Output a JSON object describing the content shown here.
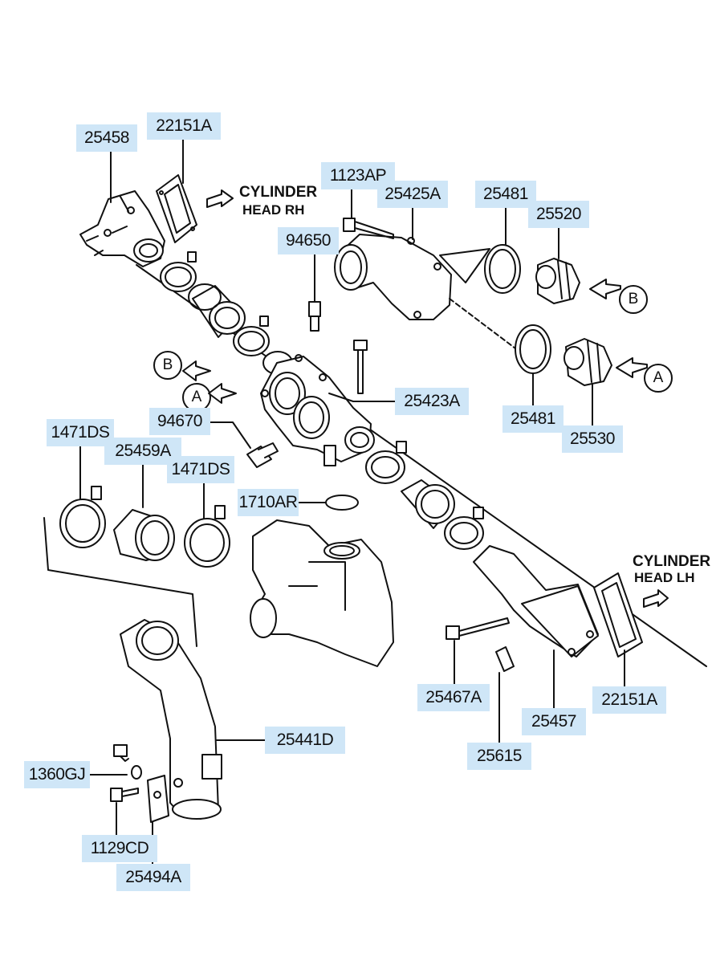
{
  "colors": {
    "label_bg": "#cfe6f7",
    "ink": "#111111"
  },
  "labels": {
    "p25458": "25458",
    "p22151a_top": "22151A",
    "p1123ap": "1123AP",
    "p25425a": "25425A",
    "p25481_top": "25481",
    "p25520": "25520",
    "p94650": "94650",
    "p25423a": "25423A",
    "p25481_bottom": "25481",
    "p25530": "25530",
    "p94670": "94670",
    "p1471ds_left": "1471DS",
    "p25459a": "25459A",
    "p1471ds_right": "1471DS",
    "p1710ar": "1710AR",
    "p25467a": "25467A",
    "p25457": "25457",
    "p22151a_bottom": "22151A",
    "p25615": "25615",
    "p25441d": "25441D",
    "p1360gj": "1360GJ",
    "p1129cd": "1129CD",
    "p25494a": "25494A"
  },
  "notes": {
    "rh_line1": "CYLINDER",
    "rh_line2": "HEAD  RH",
    "lh_line1": "CYLINDER",
    "lh_line2": "HEAD  LH"
  },
  "markers": {
    "b_right": "B",
    "a_right": "A",
    "b_left": "B",
    "a_left": "A"
  },
  "icons": [
    "arrow-right-icon",
    "arrow-left-icon",
    "hose-clamp-icon",
    "gasket-icon",
    "bolt-icon",
    "thermostat-icon",
    "temperature-sensor-icon"
  ]
}
